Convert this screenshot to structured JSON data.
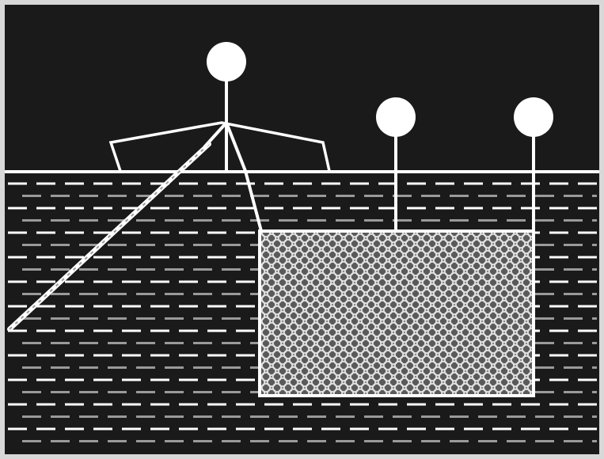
{
  "diagram": {
    "colors": {
      "background": "#1a1a1a",
      "line": "#ffffff",
      "water_dash_light": "#ffffff",
      "water_dash_grey": "#9a9a9a",
      "net_fill": "#c8c8c8",
      "frame": "#d8d8d8"
    },
    "components": [
      "boat",
      "fisherman",
      "oar",
      "net-float-left",
      "net-float-right",
      "fishing-net",
      "water-surface"
    ]
  }
}
